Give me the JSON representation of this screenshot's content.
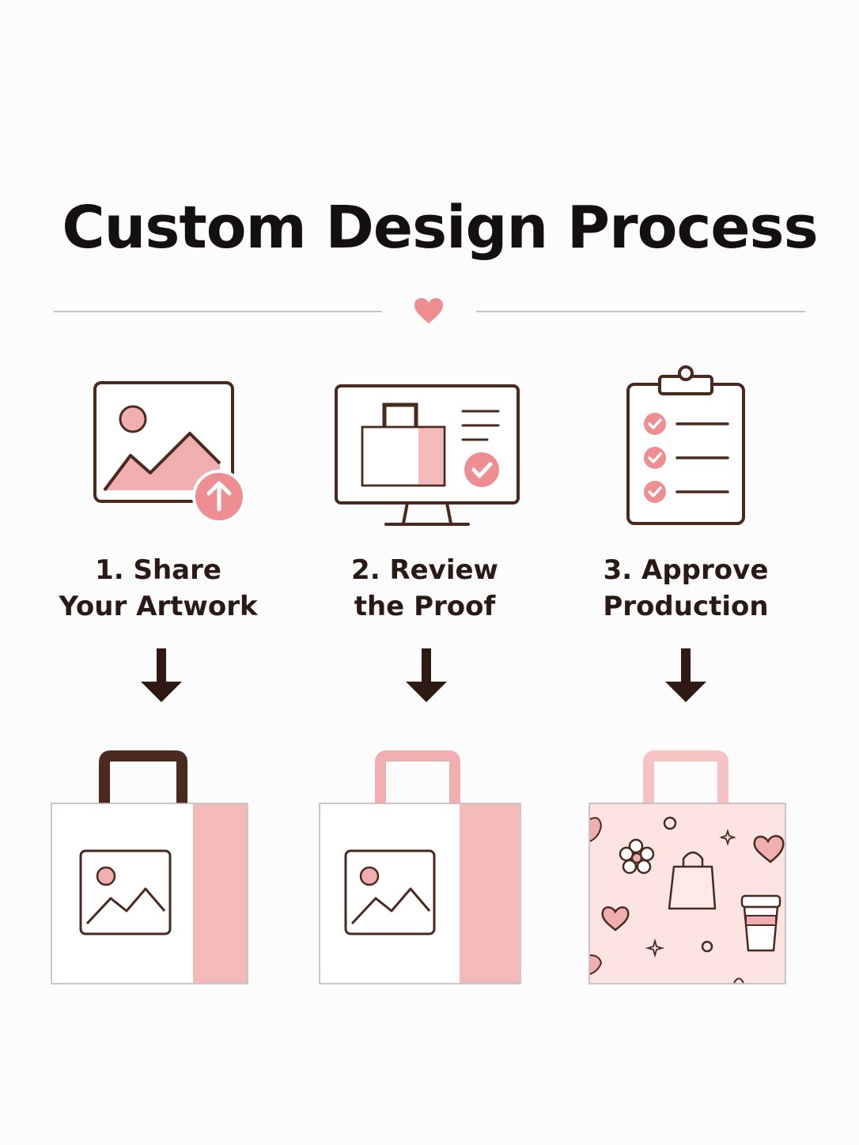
{
  "title": "Custom Design Process",
  "colors": {
    "brown": "#4a2a1e",
    "pink": "#f0aeb0",
    "pink_light": "#f8d6d6",
    "pink_pattern_bg": "#fbe4e2",
    "divider": "#c9c2c2"
  },
  "steps": [
    {
      "line1": "1. Share",
      "line2": "Your Artwork",
      "icon": "image-upload-icon",
      "bag": "tote-bag-blank-icon"
    },
    {
      "line1": "2. Review",
      "line2": "the Proof",
      "icon": "monitor-proof-icon",
      "bag": "tote-bag-proof-icon"
    },
    {
      "line1": "3. Approve",
      "line2": "Production",
      "icon": "clipboard-checklist-icon",
      "bag": "tote-bag-patterned-icon"
    }
  ]
}
